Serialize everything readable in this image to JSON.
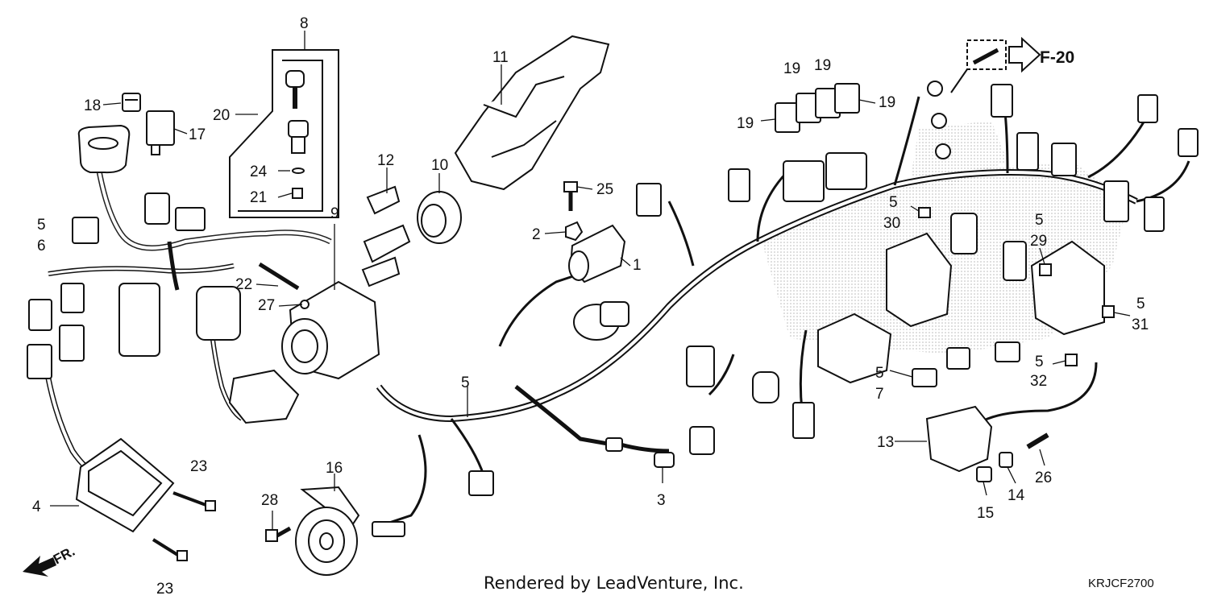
{
  "diagram": {
    "reference": "F-20",
    "front_mark": "FR.",
    "credit": "Rendered by LeadVenture, Inc.",
    "code": "KRJCF2700",
    "callouts": [
      {
        "id": "c1",
        "text": "1"
      },
      {
        "id": "c2",
        "text": "2"
      },
      {
        "id": "c3",
        "text": "3"
      },
      {
        "id": "c4",
        "text": "4"
      },
      {
        "id": "c5a",
        "text": "5"
      },
      {
        "id": "c5b",
        "text": "5"
      },
      {
        "id": "c5c",
        "text": "5"
      },
      {
        "id": "c5d",
        "text": "5"
      },
      {
        "id": "c5e",
        "text": "5"
      },
      {
        "id": "c5f",
        "text": "5"
      },
      {
        "id": "c5g",
        "text": "5"
      },
      {
        "id": "c6",
        "text": "6"
      },
      {
        "id": "c7",
        "text": "7"
      },
      {
        "id": "c8",
        "text": "8"
      },
      {
        "id": "c9",
        "text": "9"
      },
      {
        "id": "c10",
        "text": "10"
      },
      {
        "id": "c11",
        "text": "11"
      },
      {
        "id": "c12",
        "text": "12"
      },
      {
        "id": "c13",
        "text": "13"
      },
      {
        "id": "c14",
        "text": "14"
      },
      {
        "id": "c15",
        "text": "15"
      },
      {
        "id": "c16",
        "text": "16"
      },
      {
        "id": "c17",
        "text": "17"
      },
      {
        "id": "c18",
        "text": "18"
      },
      {
        "id": "c19a",
        "text": "19"
      },
      {
        "id": "c19b",
        "text": "19"
      },
      {
        "id": "c19c",
        "text": "19"
      },
      {
        "id": "c19d",
        "text": "19"
      },
      {
        "id": "c20",
        "text": "20"
      },
      {
        "id": "c21",
        "text": "21"
      },
      {
        "id": "c22",
        "text": "22"
      },
      {
        "id": "c23a",
        "text": "23"
      },
      {
        "id": "c23b",
        "text": "23"
      },
      {
        "id": "c24",
        "text": "24"
      },
      {
        "id": "c25",
        "text": "25"
      },
      {
        "id": "c26",
        "text": "26"
      },
      {
        "id": "c27",
        "text": "27"
      },
      {
        "id": "c28",
        "text": "28"
      },
      {
        "id": "c29",
        "text": "29"
      },
      {
        "id": "c30",
        "text": "30"
      },
      {
        "id": "c31",
        "text": "31"
      },
      {
        "id": "c32",
        "text": "32"
      }
    ]
  }
}
